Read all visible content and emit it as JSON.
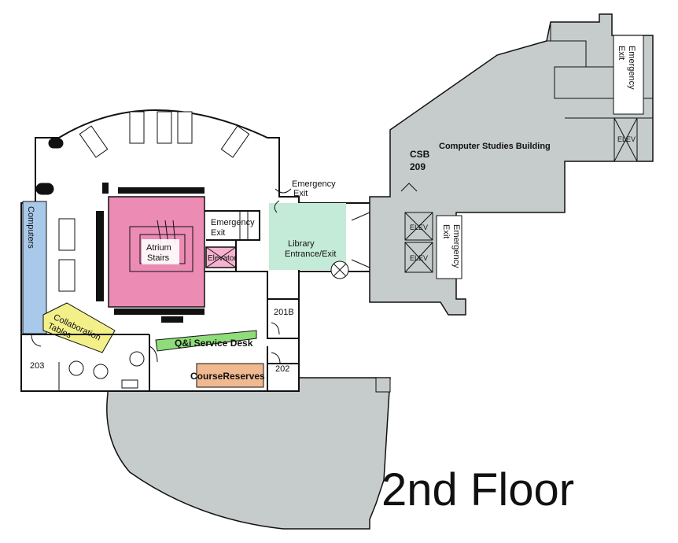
{
  "title": "2nd Floor",
  "colors": {
    "gray_building": "#c5cccb",
    "atrium_pink": "#ec8bb4",
    "elevator_pink": "#f6b2cf",
    "entrance_green": "#c4ead8",
    "computers_blue": "#a9c9ea",
    "collab_yellow": "#f3f08a",
    "service_desk_green": "#8fdc7a",
    "reserves_orange": "#f1b98f"
  },
  "labels": {
    "emergency_exit_top": [
      "Emergency",
      "Exit"
    ],
    "emergency_exit_inner": [
      "Emergency",
      "Exit"
    ],
    "emergency_exit_east_top": [
      "Emergency",
      "Exit"
    ],
    "emergency_exit_east_bottom": [
      "Emergency",
      "Exit"
    ],
    "atrium_stairs": [
      "Atrium",
      "Stairs"
    ],
    "elevator": "Elevator",
    "library_entrance": [
      "Library",
      "Entrance/Exit"
    ],
    "computers": "Computers",
    "collaboration_tables": [
      "Collaboration",
      "Tables"
    ],
    "room_201b": "201B",
    "room_202": "202",
    "room_203": "203",
    "service_desk": "Q&i Service Desk",
    "course_reserves": "CourseReserves",
    "csb": [
      "CSB",
      "209"
    ],
    "computer_studies": "Computer Studies Building",
    "elev_top": "ELEV",
    "elev_a": "ELEV",
    "elev_b": "ELEV"
  }
}
